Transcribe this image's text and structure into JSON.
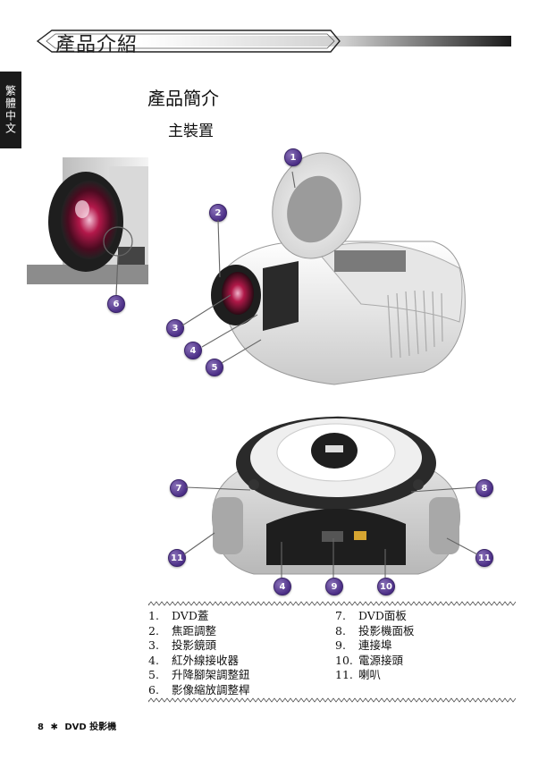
{
  "header": {
    "title": "產品介紹"
  },
  "side_tab": {
    "label": "繁體中文"
  },
  "section": {
    "title": "產品簡介",
    "subtitle": "主裝置"
  },
  "callouts_top": [
    "1",
    "2",
    "3",
    "4",
    "5",
    "6"
  ],
  "callouts_bottom": [
    "7",
    "8",
    "11",
    "11",
    "4",
    "9",
    "10"
  ],
  "parts_left": [
    {
      "num": "1.",
      "label": "DVD蓋"
    },
    {
      "num": "2.",
      "label": "焦距調整"
    },
    {
      "num": "3.",
      "label": "投影鏡頭"
    },
    {
      "num": "4.",
      "label": "紅外線接收器"
    },
    {
      "num": "5.",
      "label": "升降腳架調整鈕"
    },
    {
      "num": "6.",
      "label": "影像縮放調整桿"
    }
  ],
  "parts_right": [
    {
      "num": "7.",
      "label": "DVD面板"
    },
    {
      "num": "8.",
      "label": "投影機面板"
    },
    {
      "num": "9.",
      "label": "連接埠"
    },
    {
      "num": "10.",
      "label": "電源接頭"
    },
    {
      "num": "11.",
      "label": "喇叭"
    }
  ],
  "footer": {
    "page": "8",
    "bullet": "✱",
    "text": "DVD 投影機"
  },
  "colors": {
    "callout": "#4b2e86",
    "side_tab": "#1a1a1a"
  }
}
